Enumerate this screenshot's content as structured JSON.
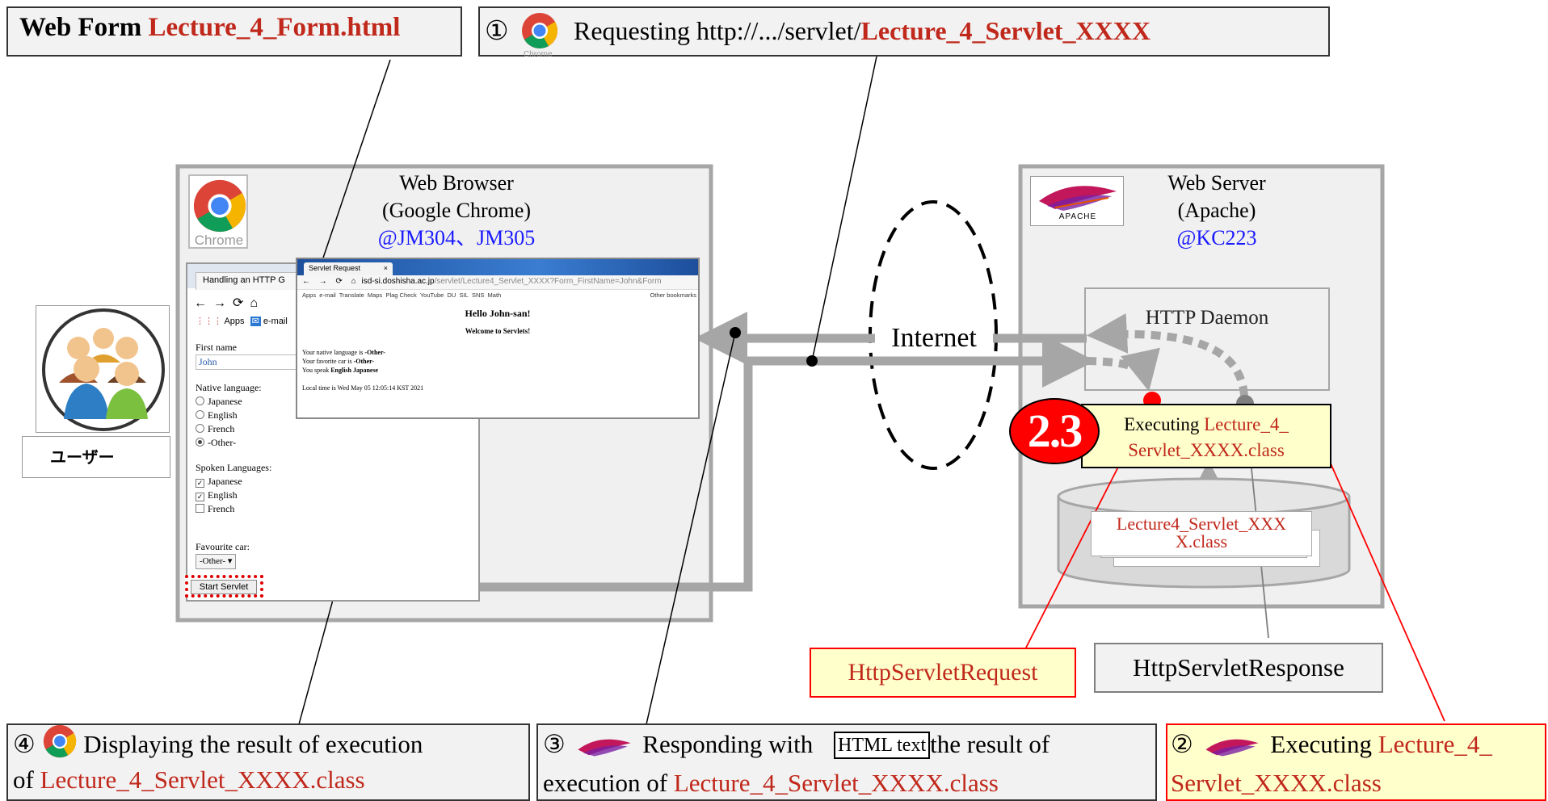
{
  "top_left_box": {
    "prefix": "Web Form",
    "file": "Lecture_4_Form.html"
  },
  "step1": {
    "num": "①",
    "text": "Requesting http://.../servlet/",
    "servlet": "Lecture_4_Servlet_XXXX"
  },
  "browser": {
    "title1": "Web Browser",
    "title2": "(Google Chrome)",
    "location": "@JM304、JM305",
    "chrome_label": "Chrome"
  },
  "server": {
    "title1": "Web Server",
    "title2": "(Apache)",
    "location": "@KC223",
    "daemon": "HTTP Daemon",
    "exec_prefix": "Executing",
    "exec_line1": "Lecture_4_",
    "exec_line2": "Servlet_XXXX.class",
    "badge": "2.3",
    "classfile_line1": "Lecture4_Servlet_XXX",
    "classfile_line2": "X.class"
  },
  "internet": "Internet",
  "user": {
    "label": "ユーザー"
  },
  "form_window": {
    "tab": "Handling an HTTP G",
    "bookmarks": [
      "Apps",
      "e-mail"
    ],
    "first_name_label": "First name",
    "first_name_value": "John",
    "native_label": "Native language:",
    "native_options": [
      "Japanese",
      "English",
      "French",
      "-Other-"
    ],
    "spoken_label": "Spoken Languages:",
    "spoken_options": [
      "Japanese",
      "English",
      "French"
    ],
    "car_label": "Favourite car:",
    "car_value": "-Other-",
    "start_button": "Start Servlet"
  },
  "result_window": {
    "tab": "Servlet Request",
    "url_host": "isd-si.doshisha.ac.jp",
    "url_path": "/servlet/Lecture4_Servlet_XXXX?Form_FirstName=John&Form",
    "bookmarks": [
      "Apps",
      "e-mail",
      "Translate",
      "Maps",
      "Plag Check",
      "YouTube",
      "DU",
      "SIL",
      "SNS",
      "Math"
    ],
    "other_bookmarks": "Other bookmarks",
    "heading": "Hello John-san!",
    "welcome": "Welcome to Servlets!",
    "line1_prefix": "Your native language is ",
    "line1_value": "-Other-",
    "line2_prefix": "Your favorite car is ",
    "line2_value": "-Other-",
    "line3_prefix": "You speak ",
    "line3_value": "English Japanese",
    "time": "Local time is Wed May 05 12:05:14 KST 2021"
  },
  "labels": {
    "request": "HttpServletRequest",
    "response": "HttpServletResponse"
  },
  "step4": {
    "num": "④",
    "line1": "Displaying the result of execution",
    "line2_prefix": "of ",
    "line2_file": "Lecture_4_Servlet_XXXX.class"
  },
  "step3": {
    "num": "③",
    "line1_prefix": "Responding with",
    "html_text": "HTML text",
    "line1_suffix": "the result of",
    "line2_prefix": "execution of ",
    "line2_file": "Lecture_4_Servlet_XXXX.class"
  },
  "step2": {
    "num": "②",
    "prefix": "Executing",
    "file_line1": "Lecture_4_",
    "file_line2": "Servlet_XXXX.class"
  },
  "apache_word": "APACHE",
  "colors": {
    "red_text": "#c0281b",
    "blue_text": "#1a1aff",
    "arrow_gray": "#a6a6a6",
    "exec_box": "#ffffcc",
    "badge_red": "#ff0000"
  }
}
